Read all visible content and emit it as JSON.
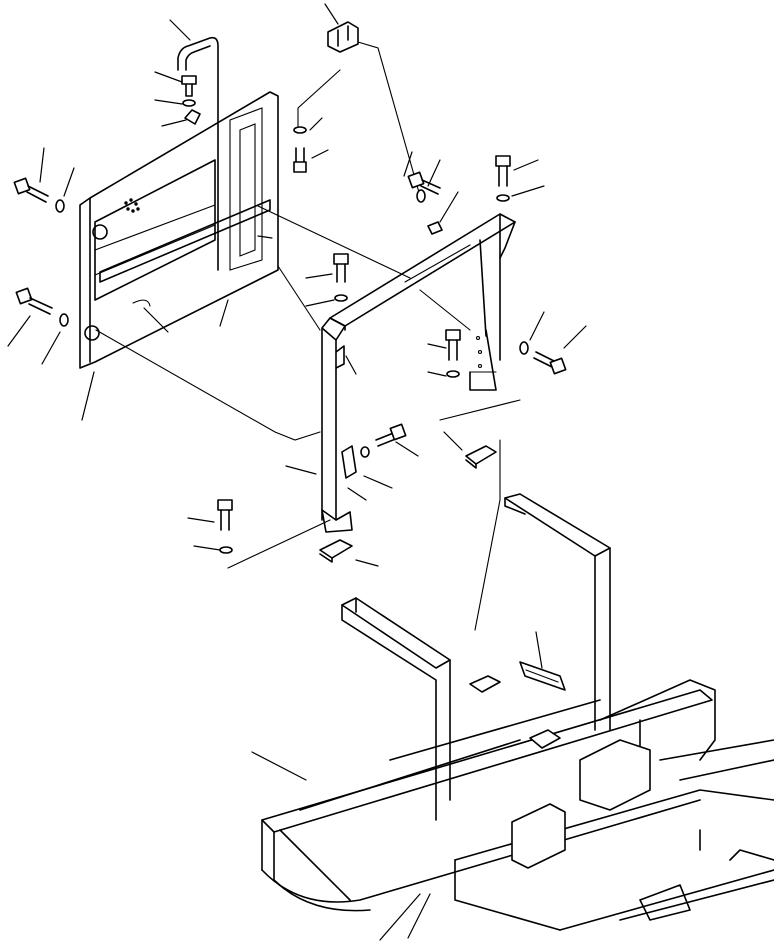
{
  "figure": {
    "kind": "exploded parts diagram",
    "line_color": "#000000",
    "background": "#ffffff",
    "parts": [
      "support-rod",
      "latch-block",
      "side-panel",
      "rear-frame",
      "bolt",
      "washer",
      "bracket",
      "base-frame",
      "rubber-pad"
    ]
  }
}
